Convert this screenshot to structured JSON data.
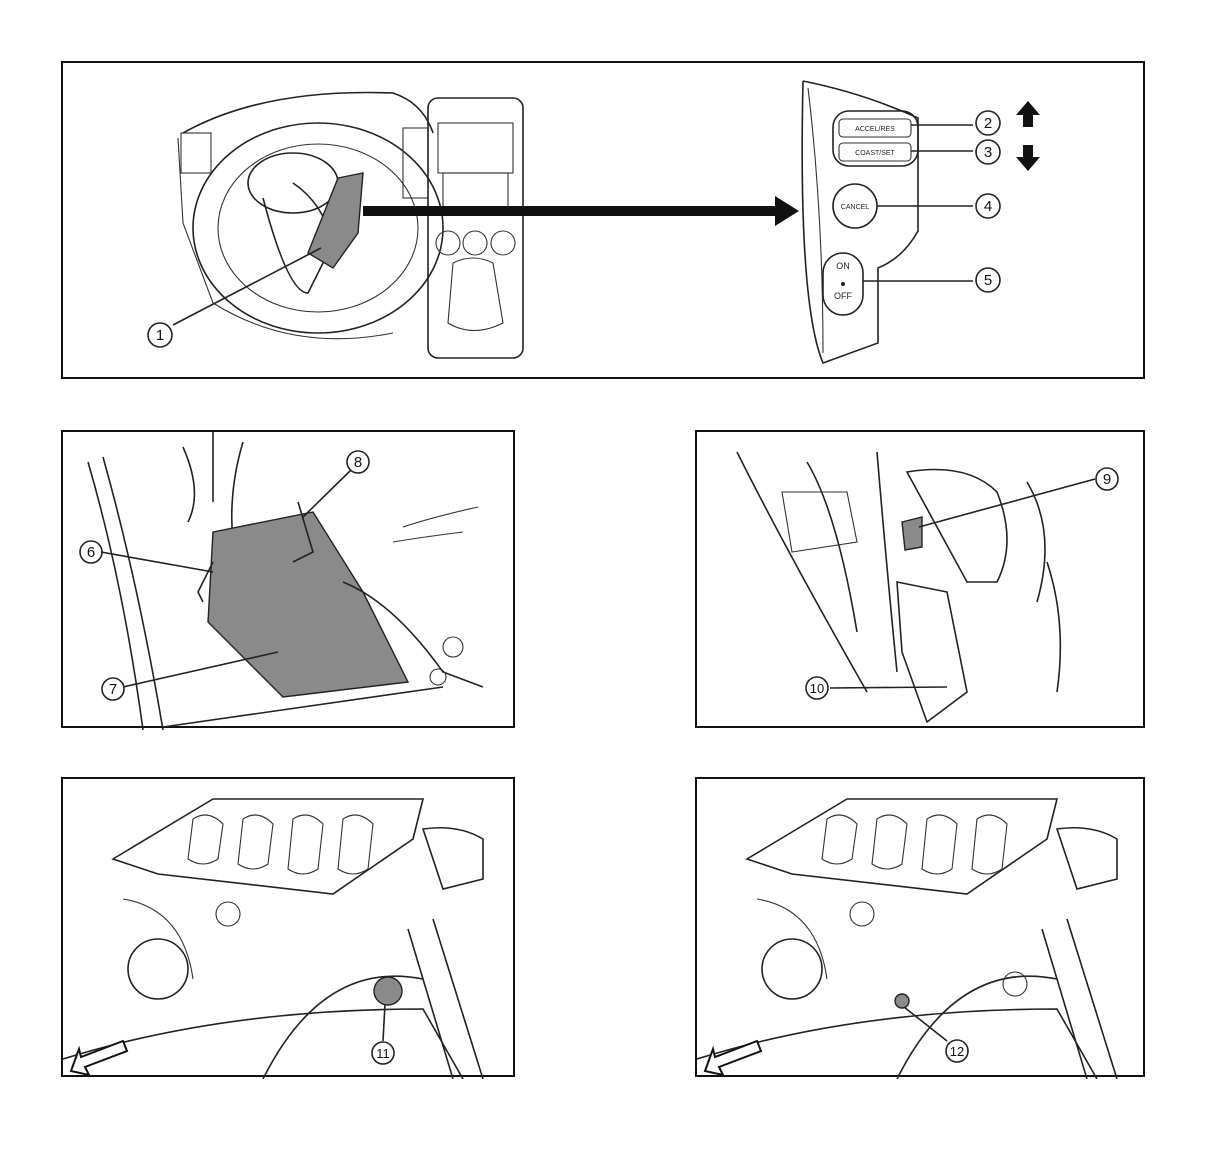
{
  "figure": {
    "panels": [
      {
        "id": "top",
        "name": "steering-wheel-switch-panel"
      },
      {
        "id": "mid-left",
        "name": "pedal-sensor-panel"
      },
      {
        "id": "mid-right",
        "name": "brake-switch-panel"
      },
      {
        "id": "bottom-left",
        "name": "engine-room-left-panel"
      },
      {
        "id": "bottom-right",
        "name": "engine-room-right-panel"
      }
    ],
    "callouts": {
      "c1": "1",
      "c2": "2",
      "c3": "3",
      "c4": "4",
      "c5": "5",
      "c6": "6",
      "c7": "7",
      "c8": "8",
      "c9": "9",
      "c10": "10",
      "c11": "11",
      "c12": "12"
    },
    "switch_labels": {
      "accel_res": "ACCEL/RES",
      "coast_set": "COAST/SET",
      "cancel": "CANCEL",
      "on": "ON",
      "off": "OFF"
    },
    "icons": [
      "up-arrow-icon",
      "down-arrow-icon",
      "pointer-arrow-icon",
      "front-direction-arrow-icon"
    ]
  }
}
